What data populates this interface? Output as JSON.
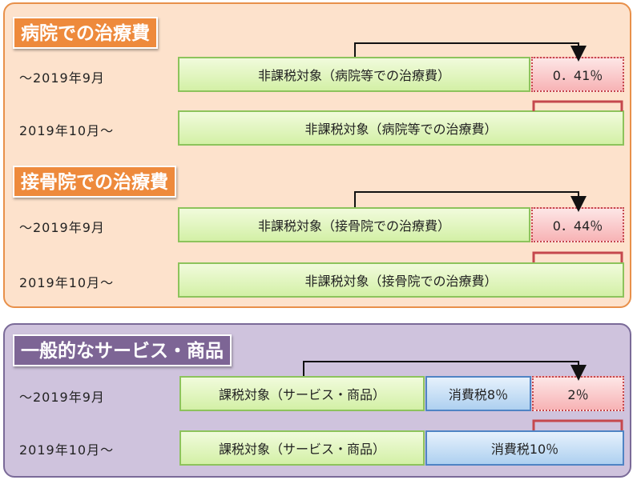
{
  "sections": [
    {
      "title": "病院での治療費",
      "rows": [
        {
          "period": "～2019年9月",
          "base_label": "非課税対象（病院等での治療費）",
          "tax_label": "0．41％"
        },
        {
          "period": "2019年10月～",
          "base_label": "非課税対象（病院等での治療費）"
        }
      ]
    },
    {
      "title": "接骨院での治療費",
      "rows": [
        {
          "period": "～2019年9月",
          "base_label": "非課税対象（接骨院での治療費）",
          "tax_label": "0．44％"
        },
        {
          "period": "2019年10月～",
          "base_label": "非課税対象（接骨院での治療費）"
        }
      ]
    },
    {
      "title": "一般的なサービス・商品",
      "rows": [
        {
          "period": "～2019年9月",
          "base_label": "課税対象（サービス・商品）",
          "consumption_label": "消費税8％",
          "tax_label": "2％"
        },
        {
          "period": "2019年10月～",
          "base_label": "課税対象（サービス・商品）",
          "consumption_label": "消費税10％"
        }
      ]
    }
  ],
  "colors": {
    "orange_panel": "#fde2cc",
    "purple_panel": "#cfc3dd",
    "green_bar": "#d3f0a6",
    "blue_bar": "#aed0f0",
    "red_box": "#f7b3b5",
    "bracket_red": "#c5484d"
  }
}
